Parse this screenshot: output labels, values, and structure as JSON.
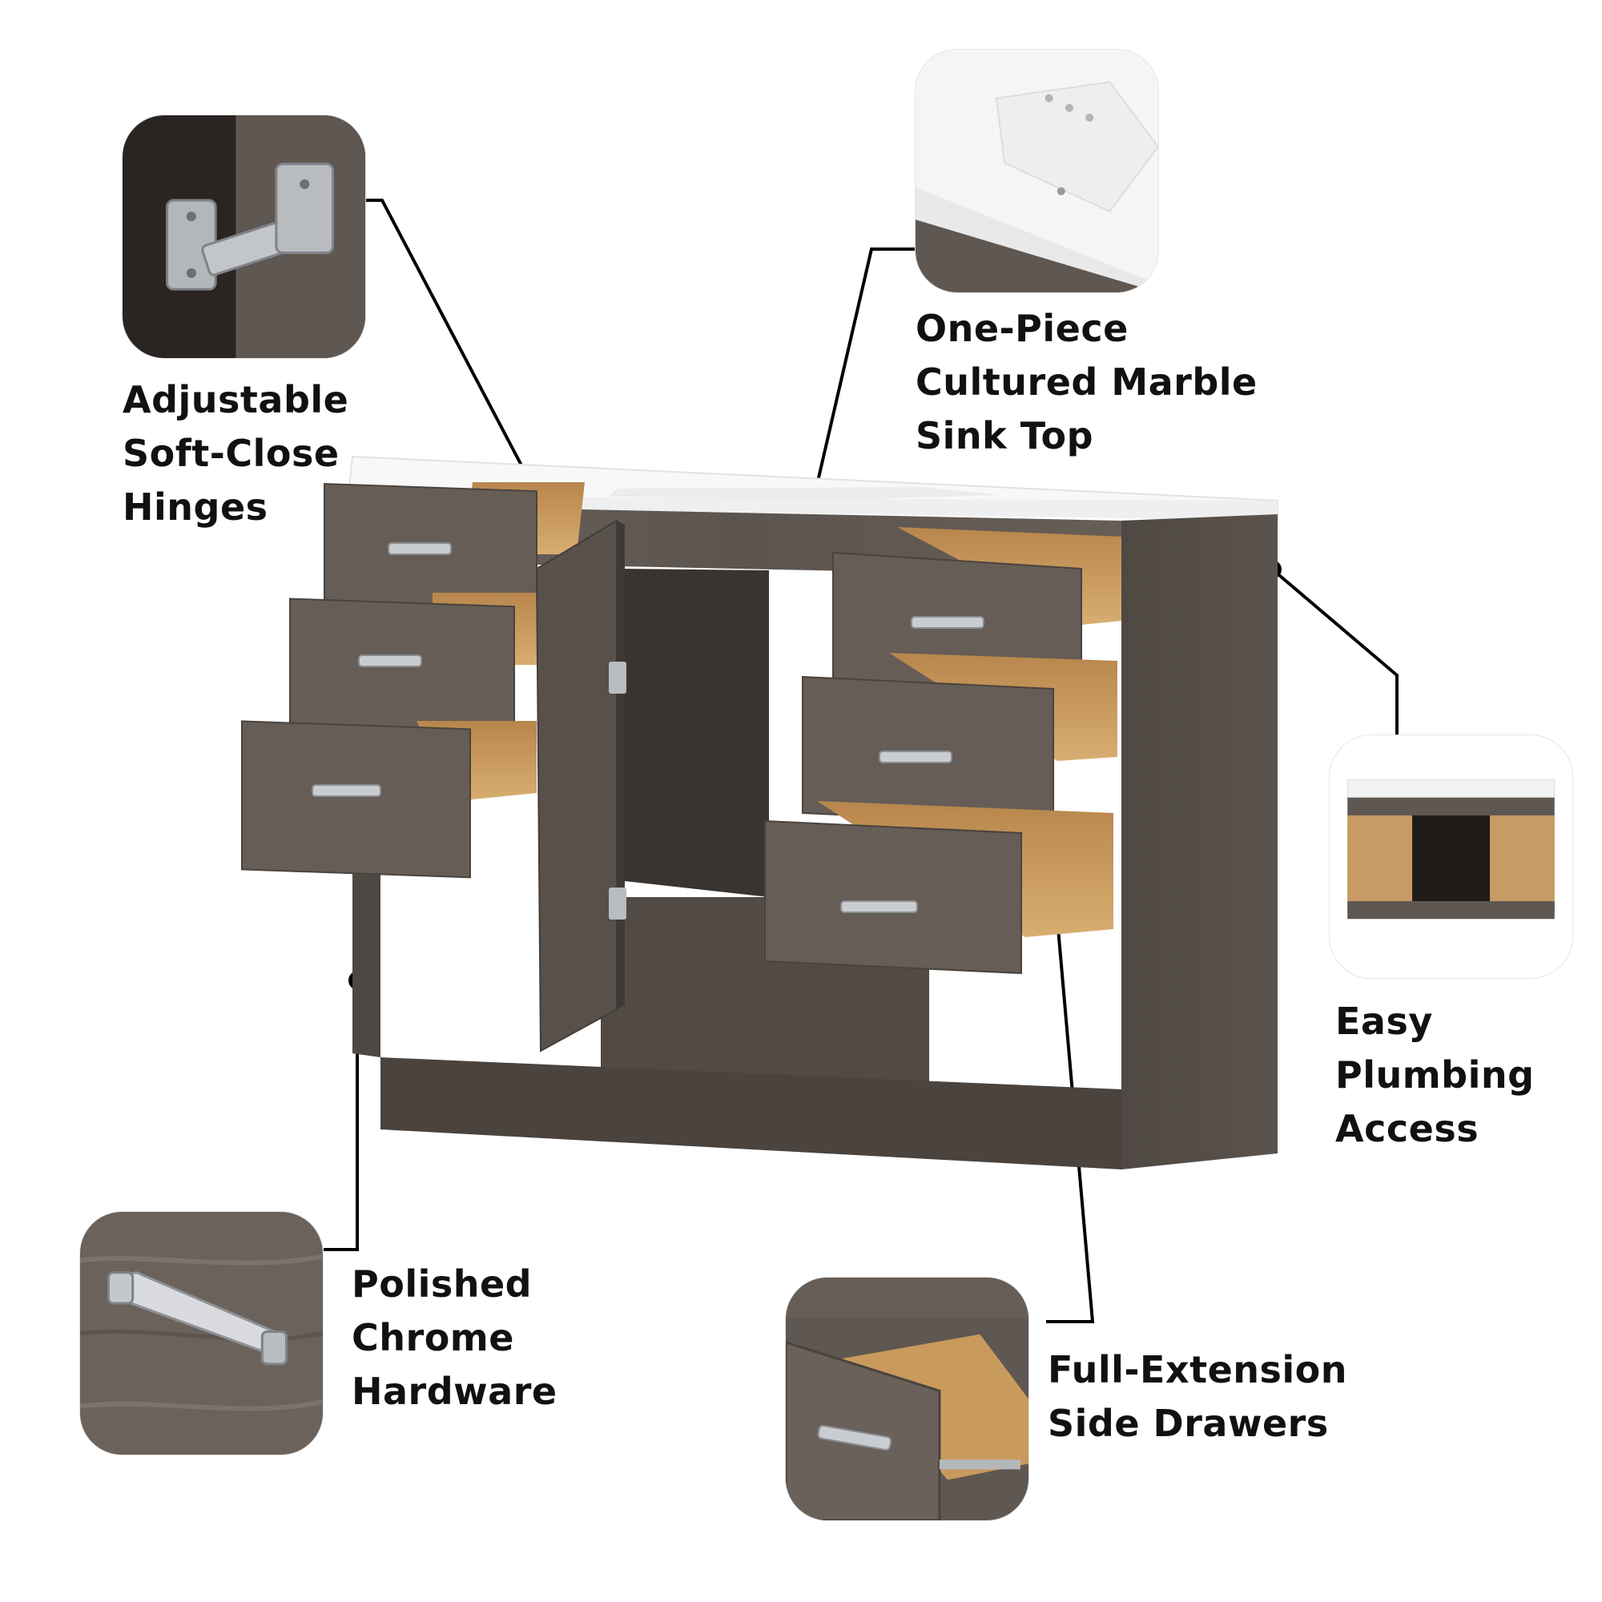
{
  "features": {
    "hinges": {
      "lines": [
        "Adjustable",
        "Soft-Close",
        "Hinges"
      ],
      "icon": "hinge-icon"
    },
    "sink_top": {
      "lines": [
        "One-Piece",
        "Cultured Marble",
        "Sink Top"
      ],
      "icon": "sink-top-icon"
    },
    "plumbing": {
      "lines": [
        "Easy",
        "Plumbing",
        "Access"
      ],
      "icon": "plumbing-access-icon"
    },
    "hardware": {
      "lines": [
        "Polished",
        "Chrome",
        "Hardware"
      ],
      "icon": "chrome-handle-icon"
    },
    "drawers": {
      "lines": [
        "Full-Extension",
        "Side Drawers"
      ],
      "icon": "drawer-slide-icon"
    }
  },
  "colors": {
    "wood": "#5f5751",
    "wood_dark": "#4a433e",
    "wood_light": "#7a716a",
    "drawer_interior": "#c99a5b",
    "marble": "#f7f7f7",
    "chrome": "#c9ccd0",
    "label_text": "#111111",
    "leader_line": "#000000"
  }
}
